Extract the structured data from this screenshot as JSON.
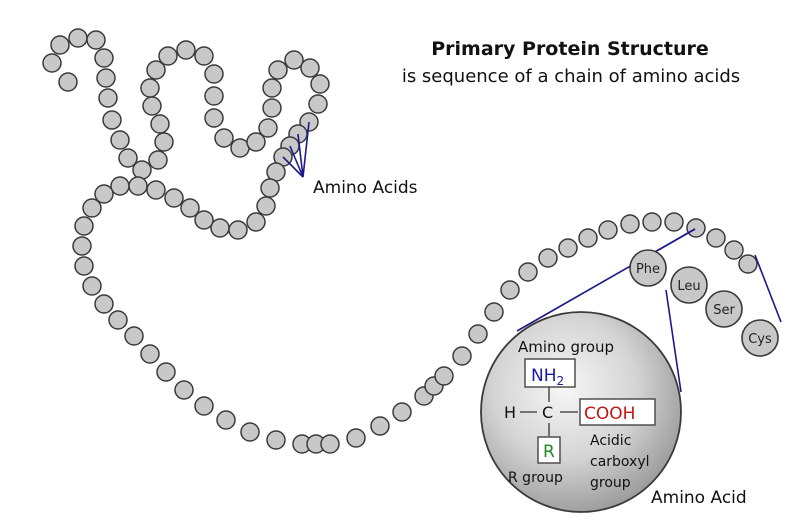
{
  "title": "Primary Protein Structure",
  "subtitle": "is sequence of a chain of amino acids",
  "callout_label": "Amino Acids",
  "residues": [
    "Phe",
    "Leu",
    "Ser",
    "Cys"
  ],
  "detail": {
    "amino_group_label": "Amino group",
    "amino_formula_main": "NH",
    "amino_formula_sub": "2",
    "hydrogen": "H",
    "carbon": "C",
    "carboxyl_formula": "COOH",
    "carboxyl_label_1": "Acidic",
    "carboxyl_label_2": "carboxyl",
    "carboxyl_label_3": "group",
    "r_symbol": "R",
    "r_label": "R group",
    "caption": "Amino Acid"
  },
  "colors": {
    "bead_fill": "#c8c8c8",
    "bead_stroke": "#3a3a3a",
    "pointer": "#1a1a8c",
    "amino": "#1a1aa0",
    "carboxyl": "#c01818",
    "r_group": "#1e8a1e"
  }
}
